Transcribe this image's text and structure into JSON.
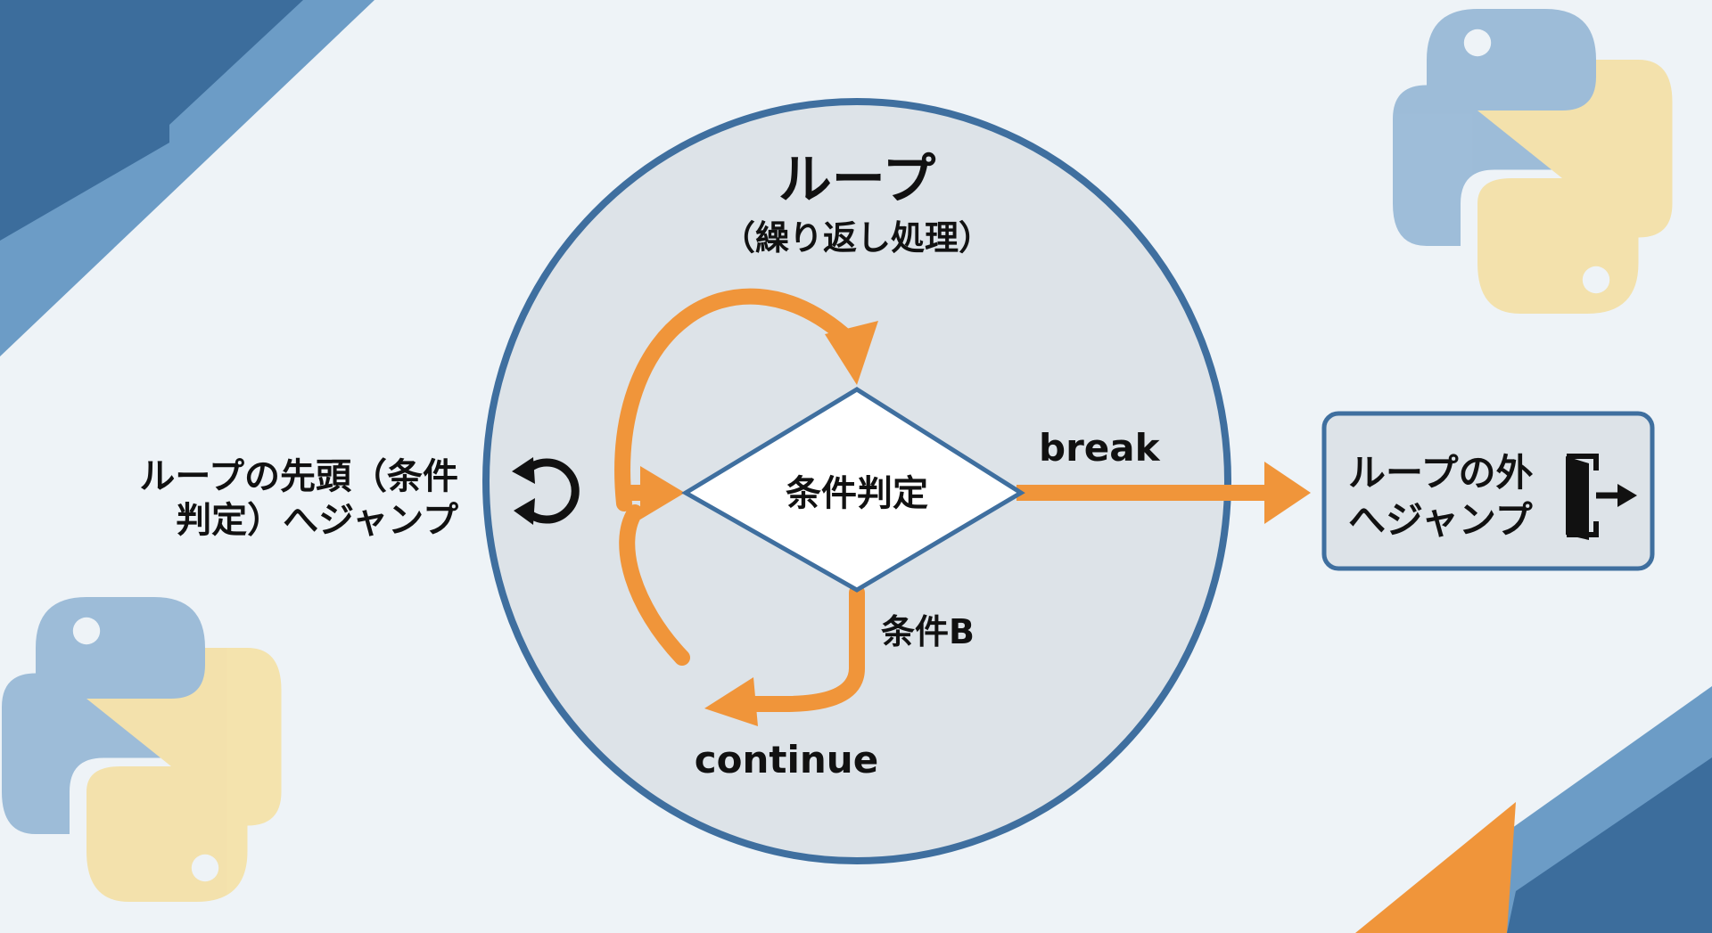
{
  "title": "ループ",
  "subtitle": "（繰り返し処理）",
  "condition_node": "条件判定",
  "break_label": "break",
  "condition_b_label": "条件B",
  "continue_label": "continue",
  "left_note": {
    "line1": "ループの先頭（条件",
    "line2": "判定）へジャンプ"
  },
  "exit_box": {
    "line1": "ループの外",
    "line2": "へジャンプ"
  },
  "icons": {
    "loop": "refresh-icon",
    "exit": "exit-door-icon",
    "decor": "python-logo"
  },
  "colors": {
    "accent": "#f0953a",
    "circle_border": "#3f6f9f",
    "circle_fill": "#dde3e8",
    "bg": "#eef3f7",
    "dark_blue": "#3c6d9c",
    "light_blue": "#6c9cc6",
    "python_blue": "#8fb3d3",
    "python_yellow": "#f4dfa0"
  }
}
